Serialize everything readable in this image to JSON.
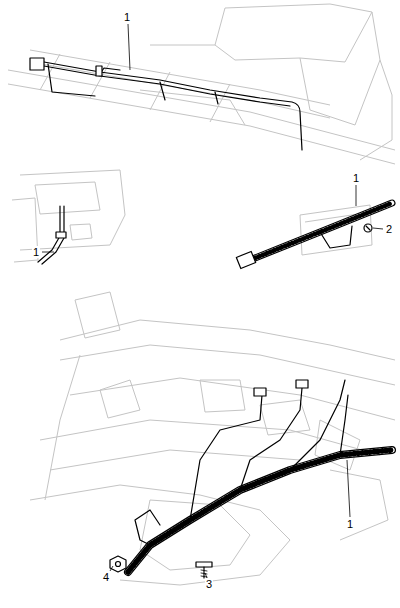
{
  "diagram": {
    "labels": [
      "1",
      "1",
      "2",
      "1",
      "1",
      "4",
      "3"
    ]
  }
}
